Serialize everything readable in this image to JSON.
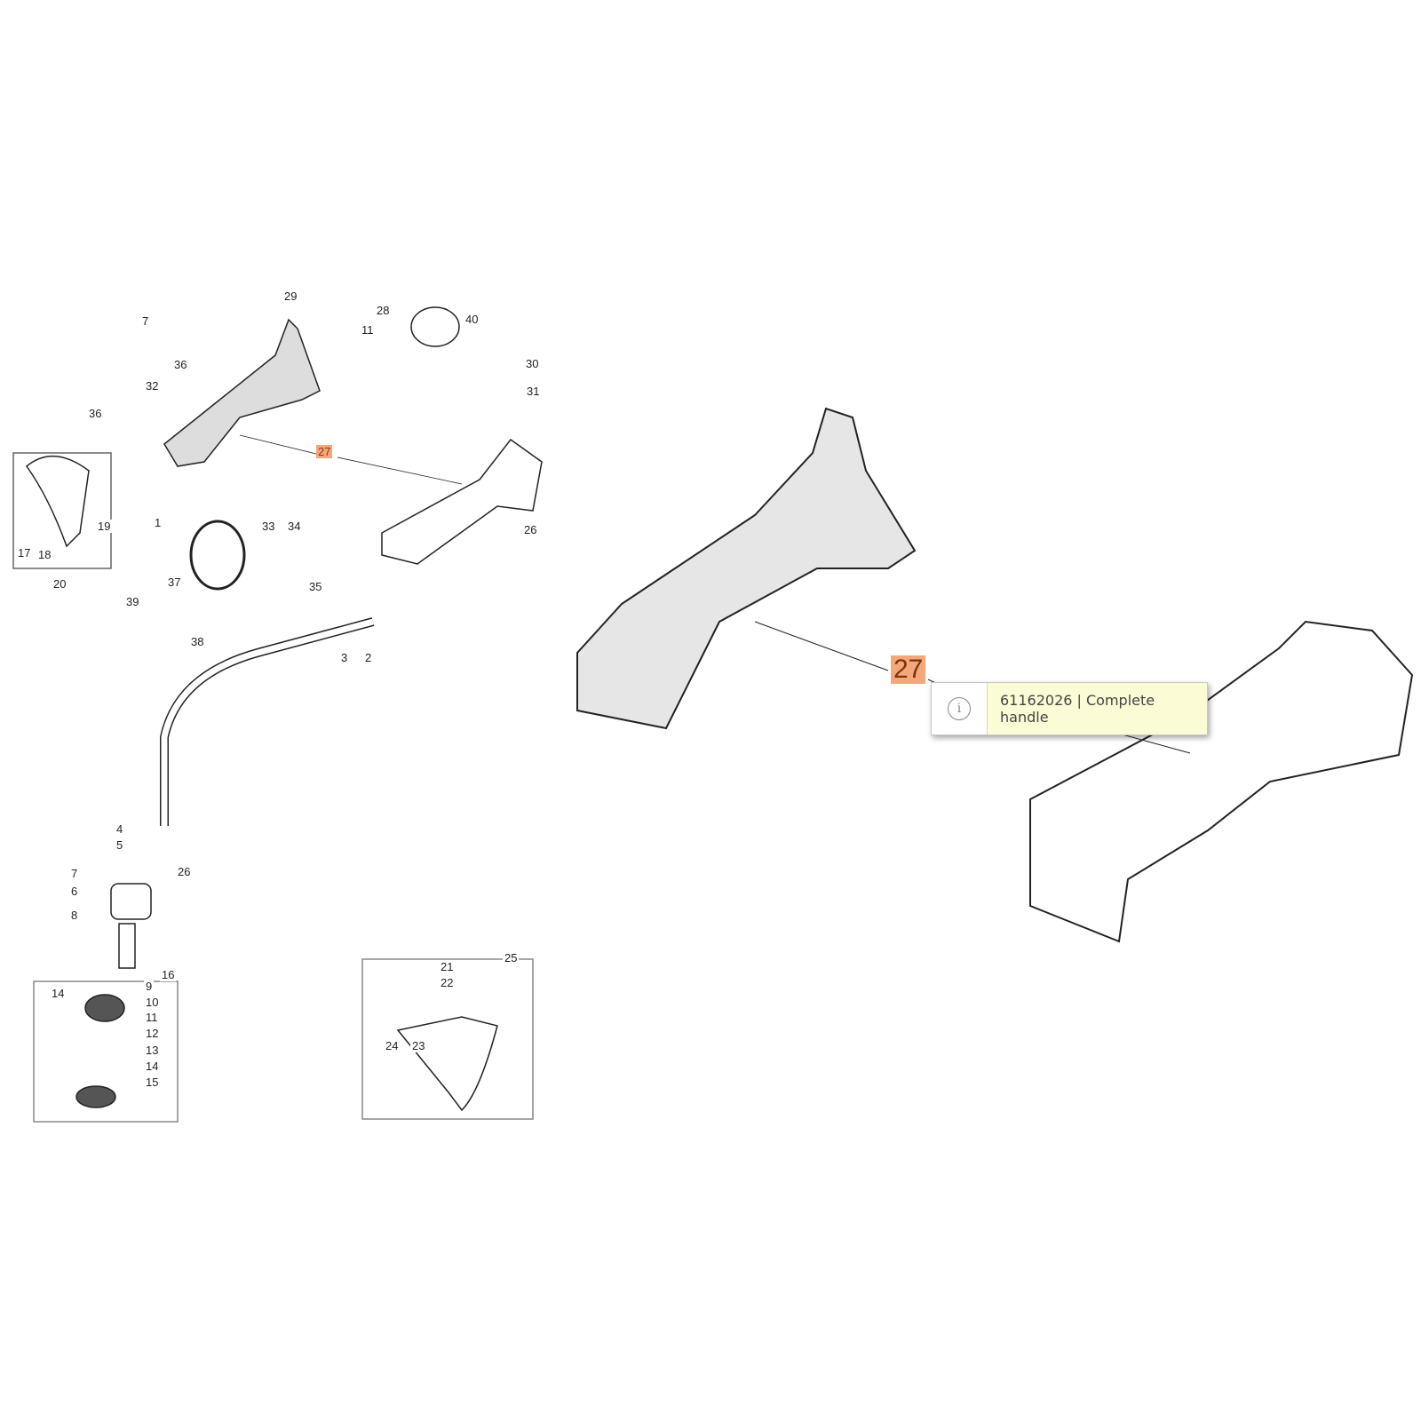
{
  "diagram": {
    "callouts": [
      "7",
      "29",
      "28",
      "40",
      "11",
      "36",
      "30",
      "32",
      "31",
      "36",
      "27",
      "1",
      "33",
      "34",
      "26",
      "17",
      "18",
      "19",
      "20",
      "37",
      "35",
      "39",
      "38",
      "3",
      "2",
      "4",
      "5",
      "7",
      "26",
      "6",
      "8",
      "16",
      "9",
      "10",
      "14",
      "11",
      "12",
      "13",
      "14",
      "15",
      "21",
      "22",
      "25",
      "24",
      "23"
    ],
    "highlight_color": "#f4a77a"
  },
  "detail": {
    "callout": "27"
  },
  "tooltip": {
    "icon": "info-icon",
    "text": "61162026 | Complete handle",
    "background": "#fbfbd6"
  }
}
